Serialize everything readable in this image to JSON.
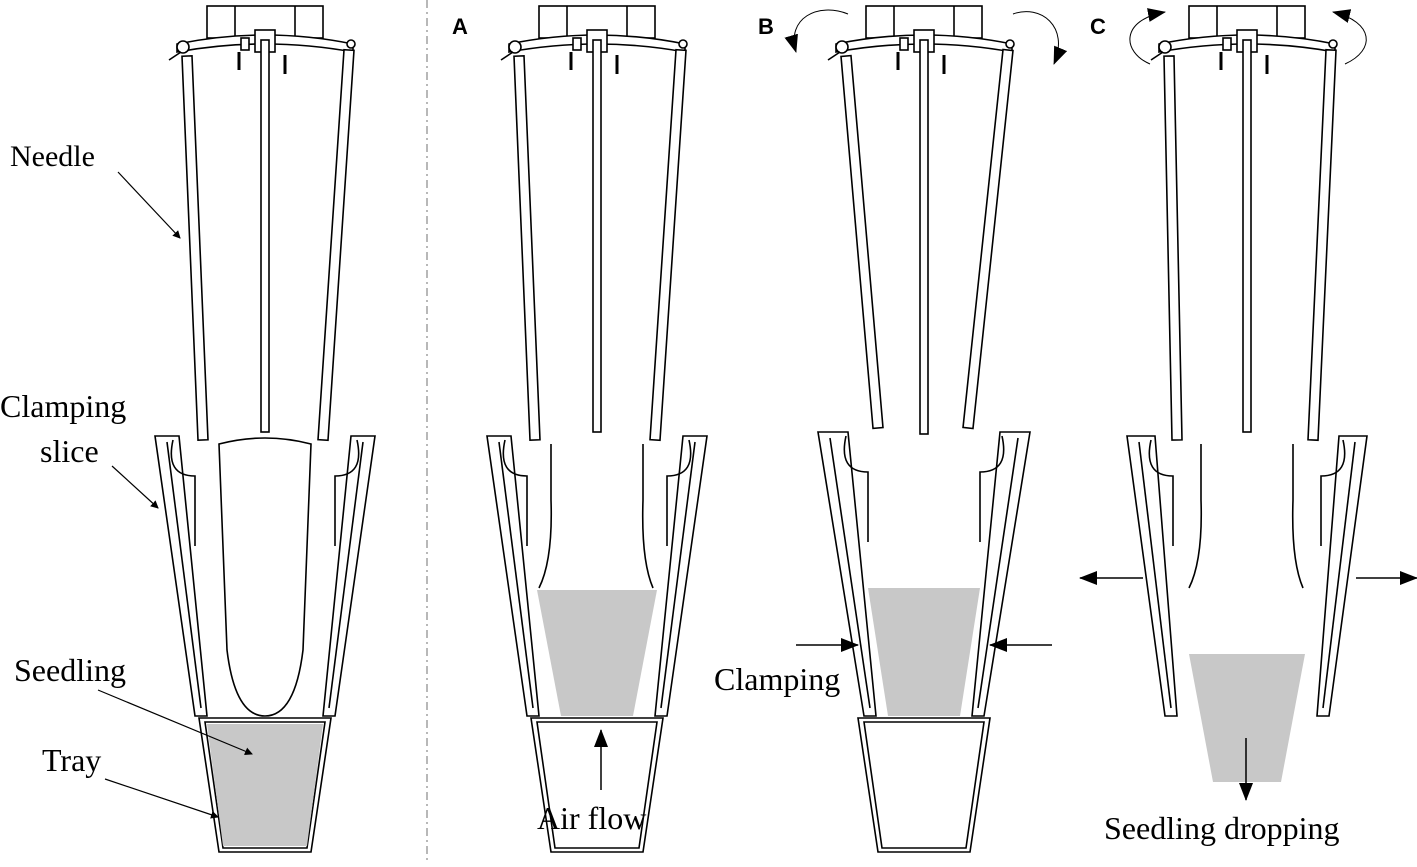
{
  "labels": {
    "needle": "Needle",
    "clamping_slice_line1": "Clamping",
    "clamping_slice_line2": "slice",
    "seedling": "Seedling",
    "tray": "Tray",
    "air_flow": "Air flow",
    "clamping": "Clamping",
    "seedling_dropping": "Seedling dropping"
  },
  "panels": {
    "a": "A",
    "b": "B",
    "c": "C"
  },
  "colors": {
    "line": "#000000",
    "seedling_fill": "#c8c8c8",
    "divider": "#888888"
  }
}
